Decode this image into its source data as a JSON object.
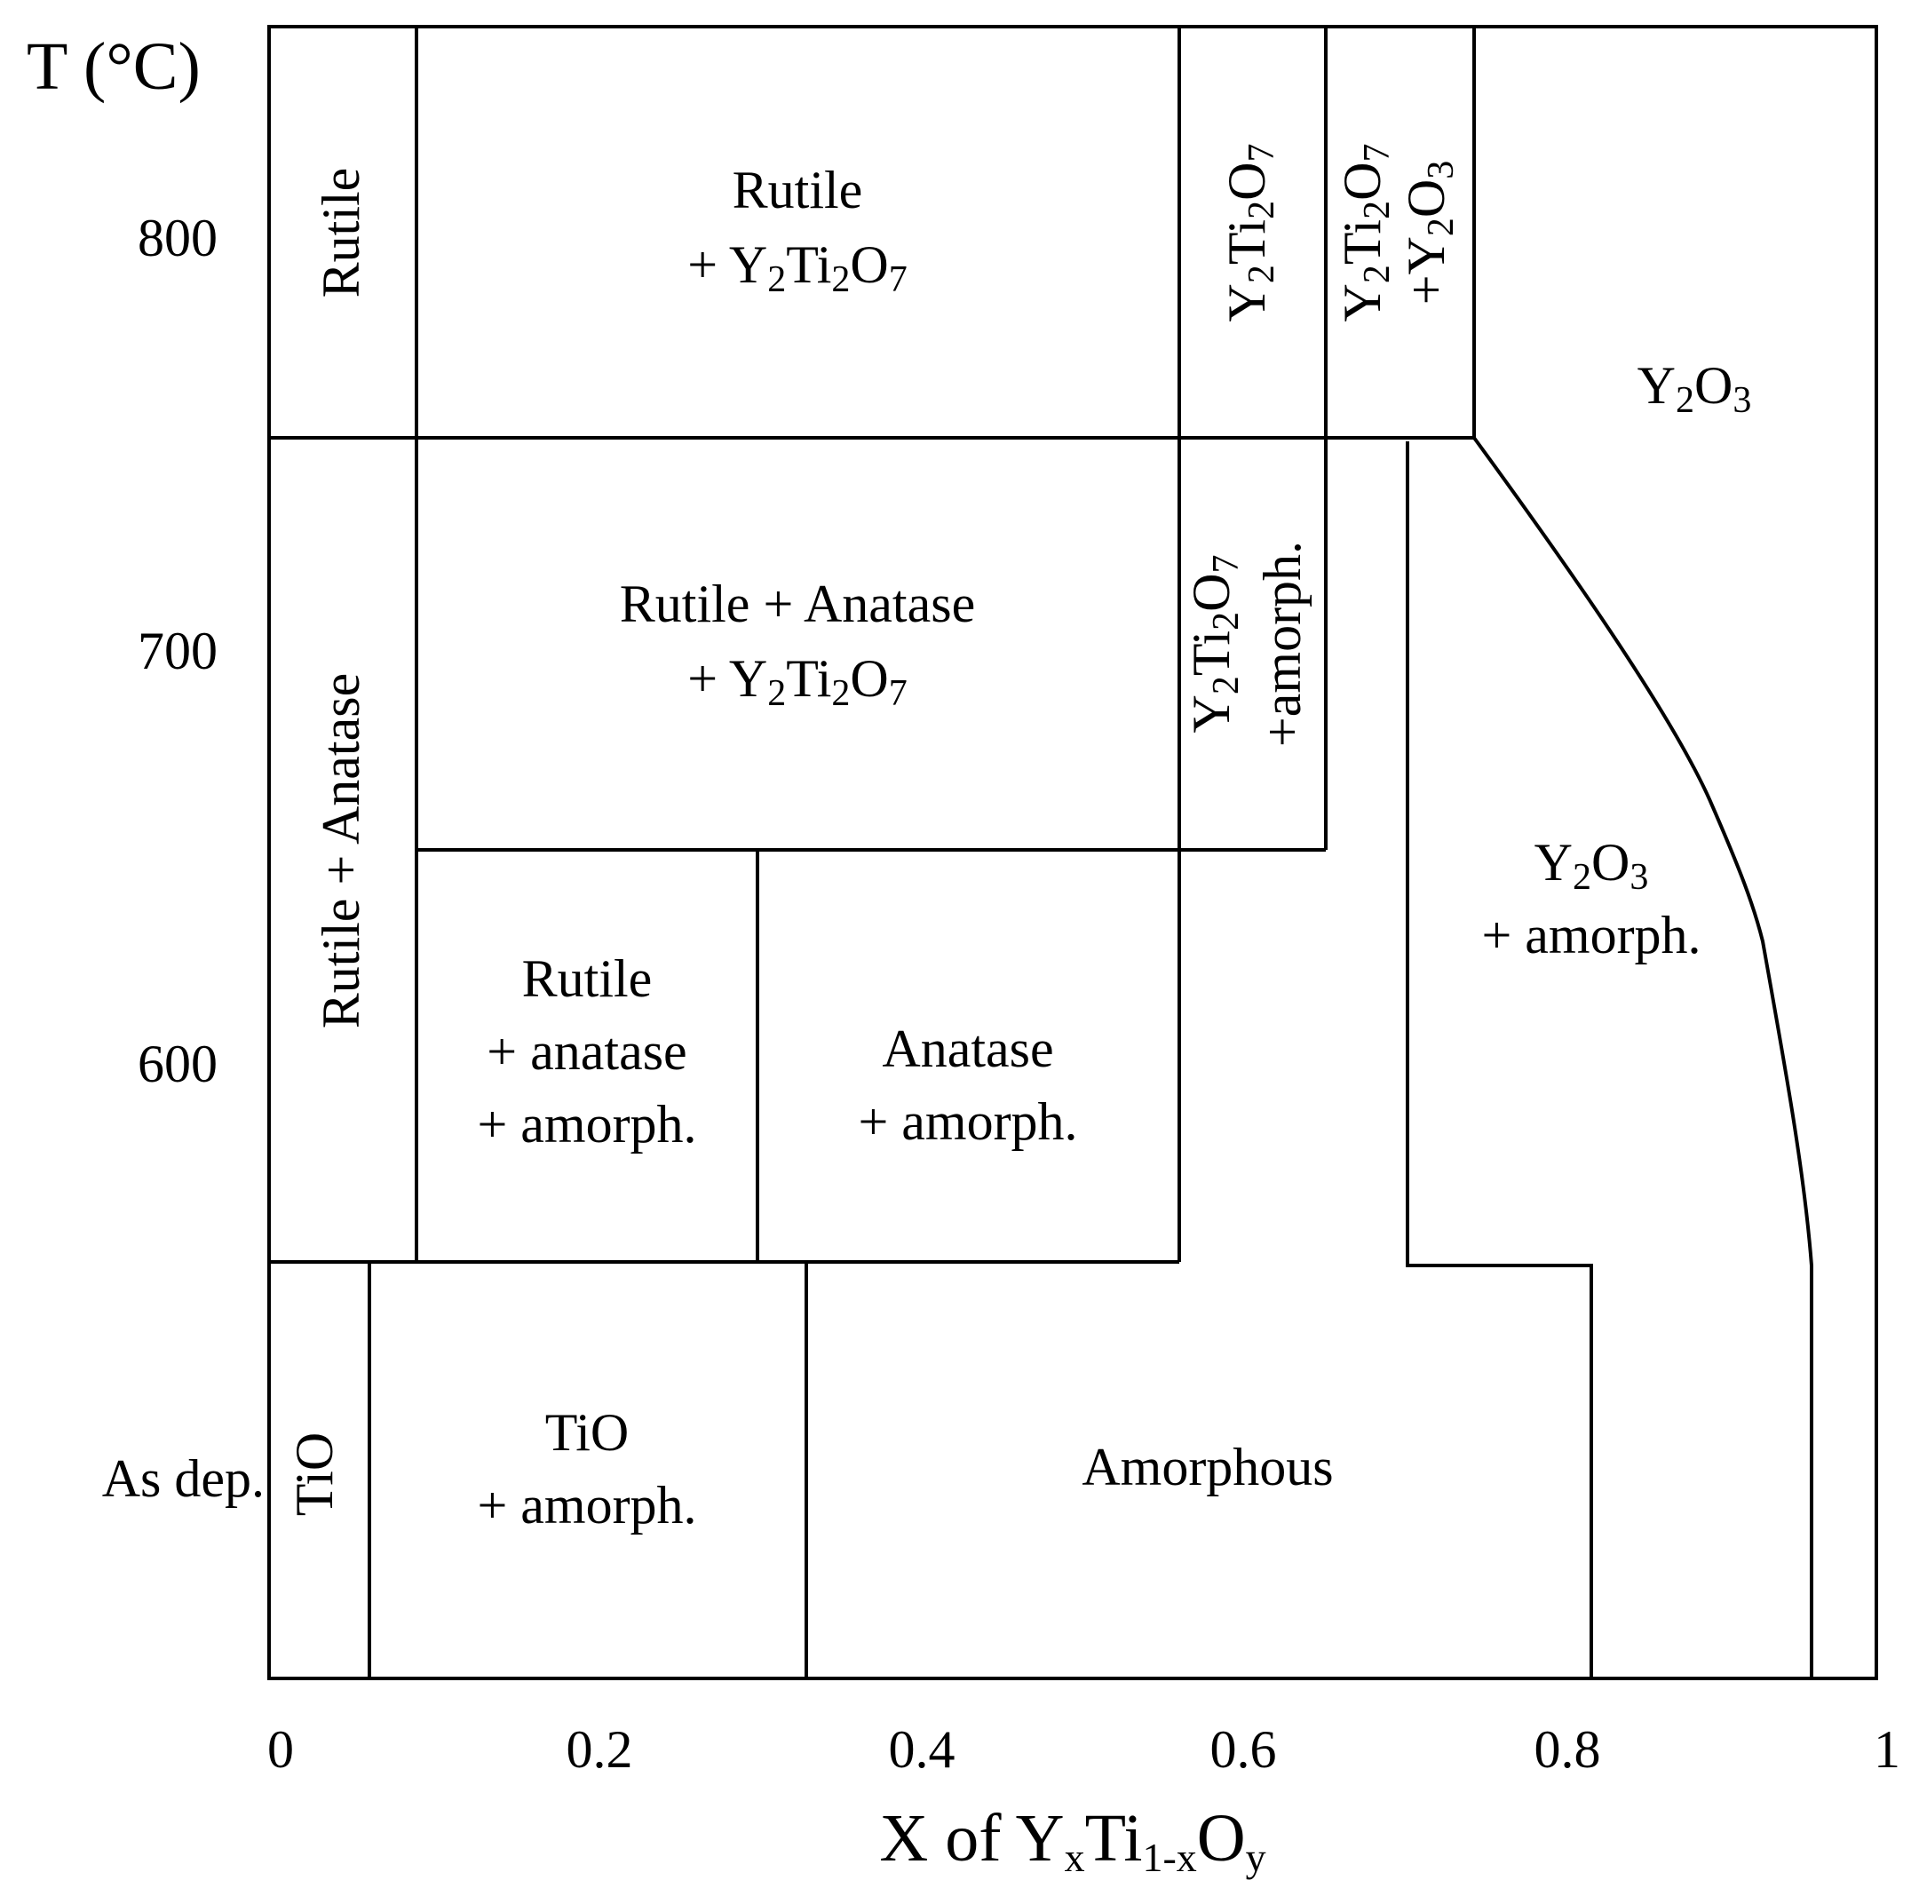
{
  "chart_data": {
    "type": "phase-diagram",
    "y_axis_title": "T (°C)",
    "x_axis_title": {
      "prefix": "X of Y",
      "sub1": "x",
      "mid": "Ti",
      "sub2": "1-x",
      "mid2": "O",
      "sub3": "y"
    },
    "x_ticks": [
      "0",
      "0.2",
      "0.4",
      "0.6",
      "0.8",
      "1"
    ],
    "y_ticks": [
      "800",
      "700",
      "600",
      "As dep."
    ],
    "regions": [
      {
        "id": "rutile",
        "lines": [
          [
            {
              "t": "Rutile"
            }
          ]
        ]
      },
      {
        "id": "rutile-y2ti2o7",
        "lines": [
          [
            {
              "t": "Rutile"
            }
          ],
          [
            {
              "t": "+ Y"
            },
            {
              "t": "2",
              "sub": true
            },
            {
              "t": "Ti"
            },
            {
              "t": "2",
              "sub": true
            },
            {
              "t": "O"
            },
            {
              "t": "7",
              "sub": true
            }
          ]
        ]
      },
      {
        "id": "y2ti2o7",
        "lines": [
          [
            {
              "t": "Y"
            },
            {
              "t": "2",
              "sub": true
            },
            {
              "t": "Ti"
            },
            {
              "t": "2",
              "sub": true
            },
            {
              "t": "O"
            },
            {
              "t": "7",
              "sub": true
            }
          ]
        ]
      },
      {
        "id": "y2ti2o7-y2o3",
        "lines": [
          [
            {
              "t": "Y"
            },
            {
              "t": "2",
              "sub": true
            },
            {
              "t": "Ti"
            },
            {
              "t": "2",
              "sub": true
            },
            {
              "t": "O"
            },
            {
              "t": "7",
              "sub": true
            }
          ],
          [
            {
              "t": "+Y"
            },
            {
              "t": "2",
              "sub": true
            },
            {
              "t": "O"
            },
            {
              "t": "3",
              "sub": true
            }
          ]
        ]
      },
      {
        "id": "y2o3",
        "lines": [
          [
            {
              "t": "Y"
            },
            {
              "t": "2",
              "sub": true
            },
            {
              "t": "O"
            },
            {
              "t": "3",
              "sub": true
            }
          ]
        ]
      },
      {
        "id": "rutile-anatase",
        "lines": [
          [
            {
              "t": "Rutile + Anatase"
            }
          ]
        ]
      },
      {
        "id": "rutile-anatase-y2ti2o7",
        "lines": [
          [
            {
              "t": "Rutile + Anatase"
            }
          ],
          [
            {
              "t": "+ Y"
            },
            {
              "t": "2",
              "sub": true
            },
            {
              "t": "Ti"
            },
            {
              "t": "2",
              "sub": true
            },
            {
              "t": "O"
            },
            {
              "t": "7",
              "sub": true
            }
          ]
        ]
      },
      {
        "id": "y2ti2o7-amorph",
        "lines": [
          [
            {
              "t": "Y"
            },
            {
              "t": "2",
              "sub": true
            },
            {
              "t": "Ti"
            },
            {
              "t": "2",
              "sub": true
            },
            {
              "t": "O"
            },
            {
              "t": "7",
              "sub": true
            }
          ],
          [
            {
              "t": "+amorph."
            }
          ]
        ]
      },
      {
        "id": "y2o3-amorph",
        "lines": [
          [
            {
              "t": "Y"
            },
            {
              "t": "2",
              "sub": true
            },
            {
              "t": "O"
            },
            {
              "t": "3",
              "sub": true
            }
          ],
          [
            {
              "t": "+ amorph."
            }
          ]
        ]
      },
      {
        "id": "rutile-anatase-amorph",
        "lines": [
          [
            {
              "t": "Rutile"
            }
          ],
          [
            {
              "t": "+ anatase"
            }
          ],
          [
            {
              "t": "+ amorph."
            }
          ]
        ]
      },
      {
        "id": "anatase-amorph",
        "lines": [
          [
            {
              "t": "Anatase"
            }
          ],
          [
            {
              "t": "+ amorph."
            }
          ]
        ]
      },
      {
        "id": "tio",
        "lines": [
          [
            {
              "t": "TiO"
            }
          ]
        ]
      },
      {
        "id": "tio-amorph",
        "lines": [
          [
            {
              "t": "TiO"
            }
          ],
          [
            {
              "t": "+ amorph."
            }
          ]
        ]
      },
      {
        "id": "amorphous",
        "lines": [
          [
            {
              "t": "Amorphous"
            }
          ]
        ]
      }
    ]
  }
}
